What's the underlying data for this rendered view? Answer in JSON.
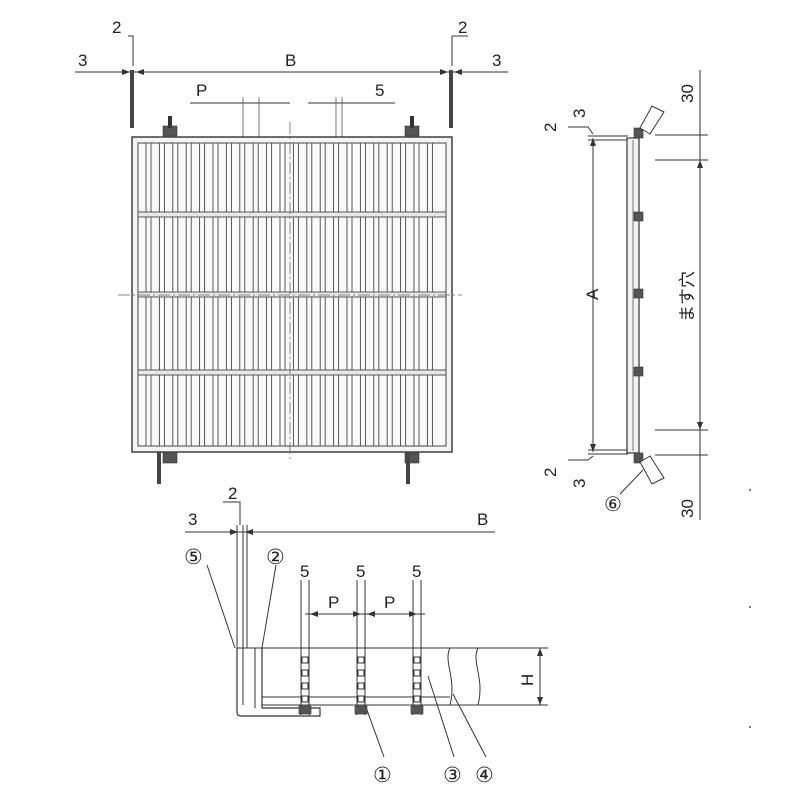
{
  "plan_view": {
    "dim_left_gap": "3",
    "dim_left_thick": "2",
    "dim_width": "B",
    "dim_right_thick": "2",
    "dim_right_gap": "3",
    "dim_pitch": "P",
    "dim_bar": "5"
  },
  "side_view": {
    "dim_top_thick": "2",
    "dim_top_gap": "3",
    "dim_top_30": "30",
    "dim_length": "A",
    "dim_opening": "ます穴",
    "dim_bottom_thick": "2",
    "dim_bottom_gap": "3",
    "dim_bottom_30": "30",
    "callout_6": "⑥"
  },
  "section_view": {
    "dim_thick": "2",
    "dim_gap": "3",
    "dim_width": "B",
    "dim_bar_1": "5",
    "dim_bar_2": "5",
    "dim_bar_3": "5",
    "dim_pitch_1": "P",
    "dim_pitch_2": "P",
    "dim_height": "H",
    "callout_1": "①",
    "callout_2": "②",
    "callout_3": "③",
    "callout_4": "④",
    "callout_5": "⑤"
  }
}
